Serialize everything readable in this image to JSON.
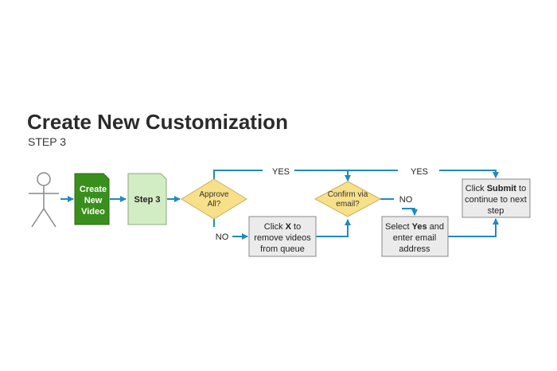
{
  "title": "Create New Customization",
  "subtitle": "STEP 3",
  "colors": {
    "arrow": "#1f8ac0",
    "create_fill": "#3a8f1c",
    "step_fill": "#d2ecc4",
    "decision_fill": "#f8e08a",
    "process_fill": "#ebebeb",
    "outline": "#888888"
  },
  "nodes": {
    "actor": {
      "icon": "stick-figure-icon"
    },
    "create_video": {
      "line1": "Create",
      "line2": "New",
      "line3": "Video"
    },
    "step3": {
      "label": "Step 3"
    },
    "approve_all": {
      "line1": "Approve",
      "line2": "All?"
    },
    "remove_videos": {
      "pre": "Click ",
      "bold": "X",
      "post": " to",
      "line2": "remove videos",
      "line3": "from queue"
    },
    "confirm_email": {
      "line1": "Confirm via",
      "line2": "email?"
    },
    "select_yes": {
      "pre": "Select ",
      "bold": "Yes",
      "post": " and",
      "line2": "enter email",
      "line3": "address"
    },
    "submit": {
      "pre": "Click ",
      "bold": "Submit",
      "post": " to",
      "line2": "continue to next",
      "line3": "step"
    }
  },
  "edges": {
    "yes_1": "YES",
    "no_1": "NO",
    "yes_2": "YES",
    "no_2": "NO"
  }
}
